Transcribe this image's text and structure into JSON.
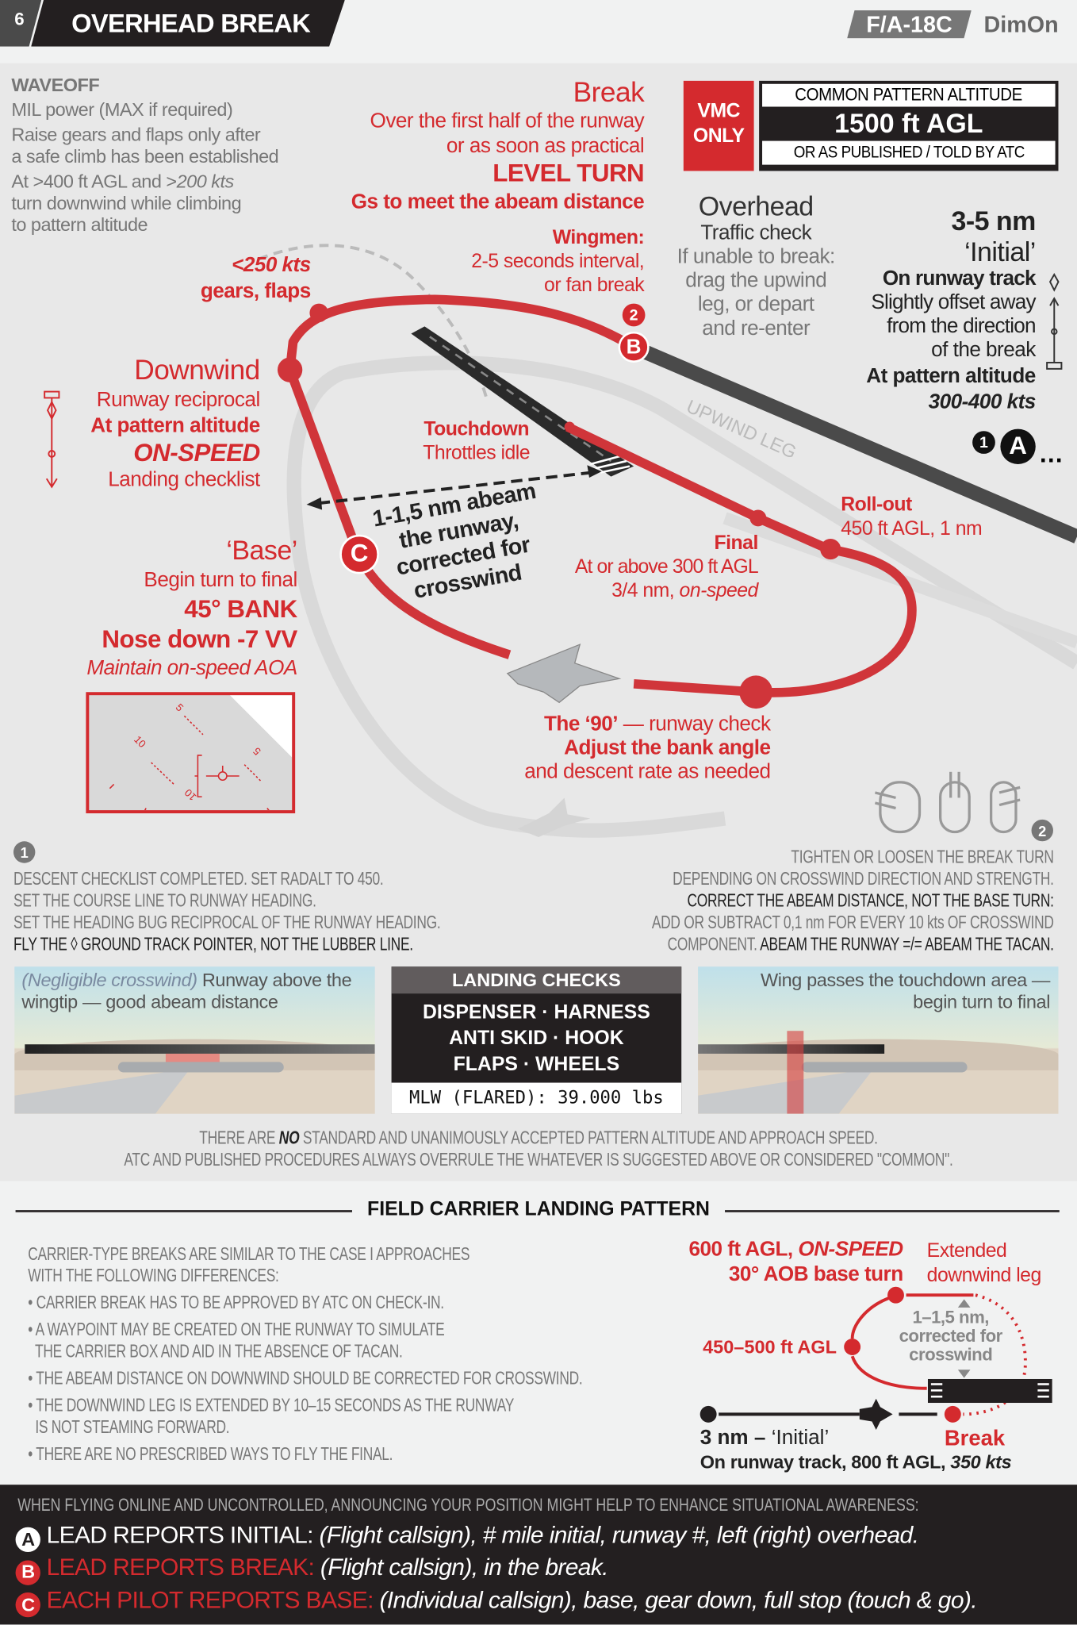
{
  "header": {
    "page_number": "6",
    "title": "OVERHEAD BREAK",
    "aircraft": "F/A-18C",
    "author": "DimOn"
  },
  "waveoff": {
    "title": "WAVEOFF",
    "lines": [
      "MIL power (MAX if required)",
      "Raise gears and flaps only after",
      "a safe climb has been established",
      "At >400 ft AGL and >",
      "200 kts",
      "turn downwind while climbing",
      "to pattern altitude"
    ]
  },
  "break": {
    "title": "Break",
    "lines": [
      "Over the first half of the runway",
      "or as soon as practical"
    ],
    "level": "LEVEL TURN",
    "gs": "Gs to meet the abeam distance"
  },
  "vmc": {
    "line1": "VMC",
    "line2": "ONLY"
  },
  "altitude": {
    "top": "COMMON PATTERN ALTITUDE",
    "value": "1500 ft AGL",
    "bottom": "OR AS PUBLISHED / TOLD BY ATC"
  },
  "overhead": {
    "title": "Overhead",
    "lines": [
      "Traffic check",
      "If unable to break:",
      "drag the upwind",
      "leg, or depart",
      "and re-enter"
    ]
  },
  "initial": {
    "dist": "3-5 nm",
    "name": "‘Initial’",
    "track": "On runway track",
    "lines": [
      "Slightly offset away",
      "from the direction",
      "of the break"
    ],
    "alt": "At pattern altitude",
    "speed": "300-400 kts"
  },
  "wingmen": {
    "title": "Wingmen:",
    "lines": [
      "2-5 seconds interval,",
      "or fan break"
    ]
  },
  "gear": {
    "speed": "<250 kts",
    "text": "gears, flaps"
  },
  "downwind": {
    "title": "Downwind",
    "line1": "Runway reciprocal",
    "line2": "At pattern altitude",
    "line3": "ON-SPEED",
    "line4": "Landing checklist"
  },
  "touchdown": {
    "title": "Touchdown",
    "text": "Throttles idle"
  },
  "abeam": {
    "lines": [
      "1-1,5 nm abeam",
      "the runway,",
      "corrected for",
      "crosswind"
    ]
  },
  "rollout": {
    "title": "Roll-out",
    "text": "450 ft AGL, 1 nm"
  },
  "final": {
    "title": "Final",
    "line1": "At or above 300 ft AGL",
    "line2a": "3/4 nm, ",
    "line2b": "on-speed"
  },
  "base": {
    "title": "‘Base’",
    "line1": "Begin turn to final",
    "line2": "45° BANK",
    "line3": "Nose down -7 VV",
    "line4": "Maintain on-speed AOA"
  },
  "ninety": {
    "title": "The ‘90’",
    "title_rest": " — runway check",
    "line2": "Adjust the bank angle",
    "line3": "and descent rate as needed"
  },
  "markers": {
    "a": "A",
    "b": "B",
    "c": "C",
    "one": "1",
    "two": "2",
    "upwind": "UPWIND LEG",
    "hud_5": "5",
    "hud_10": "10"
  },
  "notes_left": [
    "DESCENT CHECKLIST COMPLETED. SET RADALT TO 450.",
    "SET THE COURSE LINE TO RUNWAY HEADING.",
    "SET THE HEADING BUG RECIPROCAL OF THE RUNWAY HEADING.",
    "FLY THE ◊ GROUND TRACK POINTER, NOT THE LUBBER LINE."
  ],
  "notes_right": {
    "l1": "TIGHTEN OR LOOSEN THE BREAK TURN",
    "l2": "DEPENDING ON CROSSWIND DIRECTION AND STRENGTH.",
    "l3": "CORRECT THE ABEAM DISTANCE, NOT THE BASE TURN:",
    "l4": "ADD OR SUBTRACT 0,1 nm FOR EVERY 10 kts OF CROSSWIND",
    "l5a": "COMPONENT. ",
    "l5b": "ABEAM THE RUNWAY =/= ABEAM THE TACAN."
  },
  "panel_left": {
    "italic": "(Negligible crosswind)",
    "text": " Runway above the wingtip — good abeam distance"
  },
  "landing_checks": {
    "title": "LANDING CHECKS",
    "rows": [
      [
        "DISPENSER",
        "HARNESS"
      ],
      [
        "ANTI SKID",
        "HOOK"
      ],
      [
        "FLAPS",
        "WHEELS"
      ]
    ],
    "mlw": "MLW (FLARED): 39.000 lbs"
  },
  "panel_right": {
    "text": "Wing passes the touchdown area — begin turn to final"
  },
  "disclaimer": {
    "l1a": "THERE ARE ",
    "l1b": "NO",
    "l1c": " STANDARD AND UNANIMOUSLY ACCEPTED PATTERN ALTITUDE AND APPROACH SPEED.",
    "l2": "ATC AND PUBLISHED PROCEDURES ALWAYS OVERRULE THE WHATEVER IS SUGGESTED ABOVE OR CONSIDERED \"COMMON\"."
  },
  "fclp": {
    "title": "FIELD CARRIER LANDING PATTERN",
    "intro": [
      "CARRIER-TYPE BREAKS ARE SIMILAR TO THE CASE I APPROACHES",
      "WITH THE FOLLOWING DIFFERENCES:"
    ],
    "bullets": [
      [
        "• CARRIER BREAK HAS TO BE APPROVED BY ATC ON CHECK-IN."
      ],
      [
        "• A WAYPOINT MAY BE CREATED ON THE RUNWAY TO SIMULATE",
        "  THE CARRIER BOX AND AID IN THE ABSENCE OF TACAN."
      ],
      [
        "• THE ABEAM DISTANCE ON DOWNWIND SHOULD BE CORRECTED FOR CROSSWIND."
      ],
      [
        "• THE DOWNWIND LEG IS EXTENDED BY 10–15 SECONDS AS THE RUNWAY",
        "  IS NOT STEAMING FORWARD."
      ],
      [
        "• THERE ARE NO PRESCRIBED WAYS TO FLY THE FINAL."
      ]
    ],
    "d_alt1a": "600 ft AGL, ",
    "d_alt1b": "ON-SPEED",
    "d_alt2": "30° AOB base turn",
    "d_ext1": "Extended",
    "d_ext2": "downwind leg",
    "d_450": "450–500 ft AGL",
    "d_abeam": [
      "1–1,5 nm,",
      "corrected for",
      "crosswind"
    ],
    "d_initial_a": "3 nm – ",
    "d_initial_b": "‘Initial’",
    "d_break": "Break",
    "d_track_a": "On runway track, 800 ft AGL, ",
    "d_track_b": "350 kts"
  },
  "footer": {
    "intro": "WHEN FLYING ONLINE AND UNCONTROLLED, ANNOUNCING YOUR POSITION MIGHT HELP TO ENHANCE SITUATIONAL AWARENESS:",
    "calls": [
      {
        "letter": "A",
        "label": "LEAD REPORTS INITIAL:",
        "text": " (Flight callsign), # mile initial, runway #, left (right) overhead."
      },
      {
        "letter": "B",
        "label": "LEAD REPORTS BREAK:",
        "text": " (Flight callsign), in the break."
      },
      {
        "letter": "C",
        "label": "EACH PILOT REPORTS BASE:",
        "text": " (Individual callsign), base, gear down, full stop (touch & go)."
      }
    ]
  },
  "colors": {
    "red": "#d42a2e",
    "dark": "#231f20",
    "grey": "#777777"
  }
}
